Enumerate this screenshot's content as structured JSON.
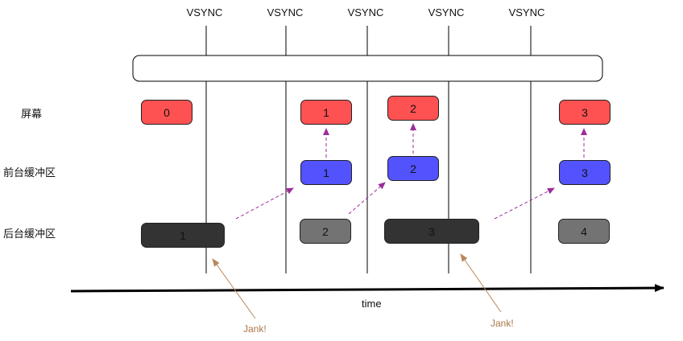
{
  "vsync_label": "VSYNC",
  "vsync_labels": [
    "VSYNC",
    "VSYNC",
    "VSYNC",
    "VSYNC",
    "VSYNC"
  ],
  "rows": {
    "screen": "屏幕",
    "front_buffer": "前台缓冲区",
    "back_buffer": "后台缓冲区"
  },
  "screen_frames": [
    "0",
    "1",
    "2",
    "3"
  ],
  "front_frames": [
    "1",
    "2",
    "3"
  ],
  "back_frames": [
    "1",
    "2",
    "3",
    "4"
  ],
  "time_label": "time",
  "jank_labels": [
    "Jank!",
    "Jank!"
  ],
  "colors": {
    "screen": "#fe5151",
    "front_buffer": "#5353fd",
    "back_buffer_dark": "#333333",
    "back_buffer_gray": "#737373",
    "frame_transfer_arrow": "#9b2d9b",
    "jank_arrow": "#b8875c"
  }
}
